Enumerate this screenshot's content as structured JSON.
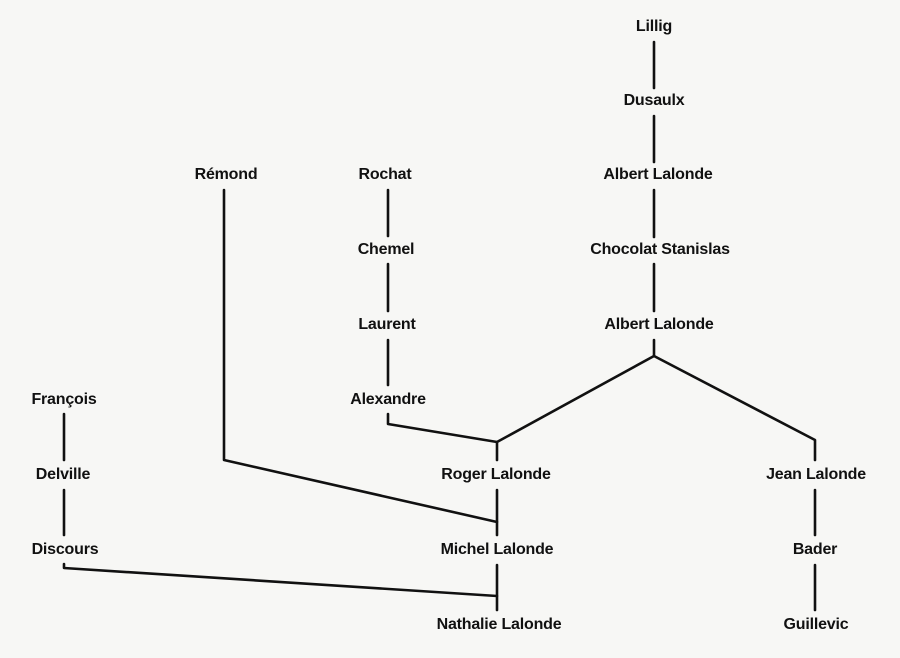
{
  "tree": {
    "nodes": [
      {
        "id": "lillig",
        "label": "Lillig"
      },
      {
        "id": "dusaulx",
        "label": "Dusaulx"
      },
      {
        "id": "albert1",
        "label": "Albert Lalonde"
      },
      {
        "id": "chocolat",
        "label": "Chocolat Stanislas"
      },
      {
        "id": "albert2",
        "label": "Albert Lalonde"
      },
      {
        "id": "remond",
        "label": "Rémond"
      },
      {
        "id": "rochat",
        "label": "Rochat"
      },
      {
        "id": "chemel",
        "label": "Chemel"
      },
      {
        "id": "laurent",
        "label": "Laurent"
      },
      {
        "id": "alexandre",
        "label": "Alexandre"
      },
      {
        "id": "francois",
        "label": "François"
      },
      {
        "id": "delville",
        "label": "Delville"
      },
      {
        "id": "discours",
        "label": "Discours"
      },
      {
        "id": "roger",
        "label": "Roger Lalonde"
      },
      {
        "id": "michel",
        "label": "Michel Lalonde"
      },
      {
        "id": "nathalie",
        "label": "Nathalie Lalonde"
      },
      {
        "id": "jean",
        "label": "Jean Lalonde"
      },
      {
        "id": "bader",
        "label": "Bader"
      },
      {
        "id": "guillevic",
        "label": "Guillevic"
      }
    ],
    "edges": [
      [
        "lillig",
        "dusaulx"
      ],
      [
        "dusaulx",
        "albert1"
      ],
      [
        "albert1",
        "chocolat"
      ],
      [
        "chocolat",
        "albert2"
      ],
      [
        "albert2",
        "roger"
      ],
      [
        "albert2",
        "jean"
      ],
      [
        "rochat",
        "chemel"
      ],
      [
        "chemel",
        "laurent"
      ],
      [
        "laurent",
        "alexandre"
      ],
      [
        "alexandre",
        "roger"
      ],
      [
        "remond",
        "michel"
      ],
      [
        "roger",
        "michel"
      ],
      [
        "francois",
        "delville"
      ],
      [
        "delville",
        "discours"
      ],
      [
        "discours",
        "nathalie"
      ],
      [
        "michel",
        "nathalie"
      ],
      [
        "jean",
        "bader"
      ],
      [
        "bader",
        "guillevic"
      ]
    ]
  }
}
